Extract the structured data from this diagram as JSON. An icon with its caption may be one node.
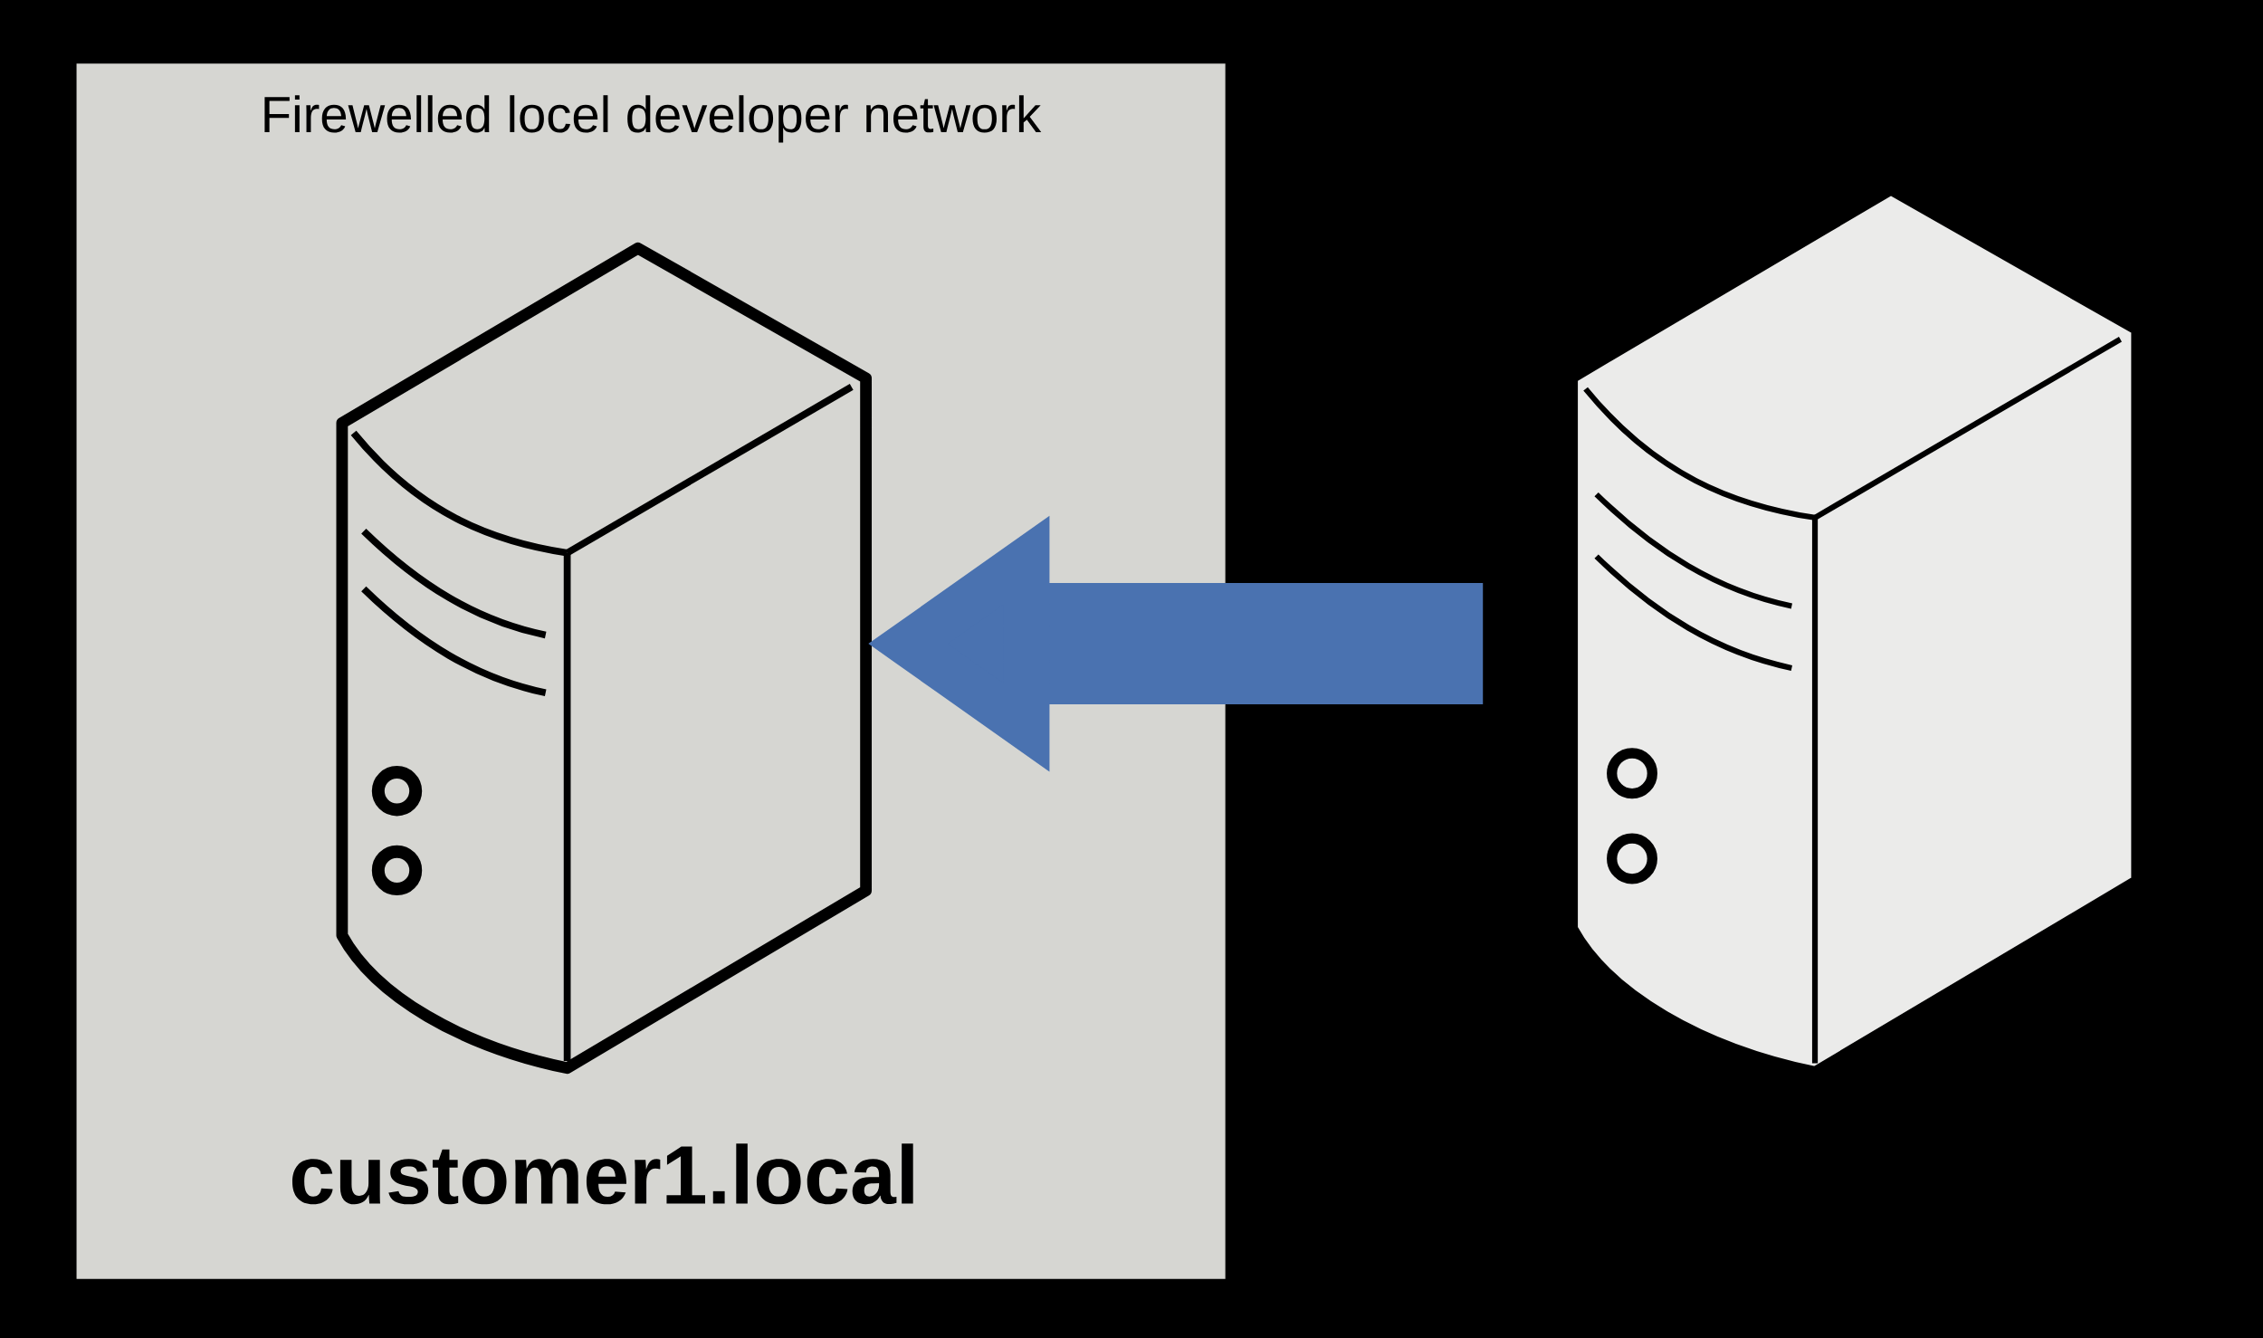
{
  "diagram": {
    "nodes": [
      {
        "text": [
          "Firewelled locel developer network"
        ]
      },
      {
        "text": [],
        "shape": "picture",
        "in": 0,
        "beside": [
          "customer1.local"
        ]
      },
      {
        "text": [],
        "shape": "picture"
      }
    ],
    "edges": [
      {
        "from": 2,
        "to": 1,
        "arrow": "to",
        "color": "#4a72b0"
      }
    ]
  }
}
